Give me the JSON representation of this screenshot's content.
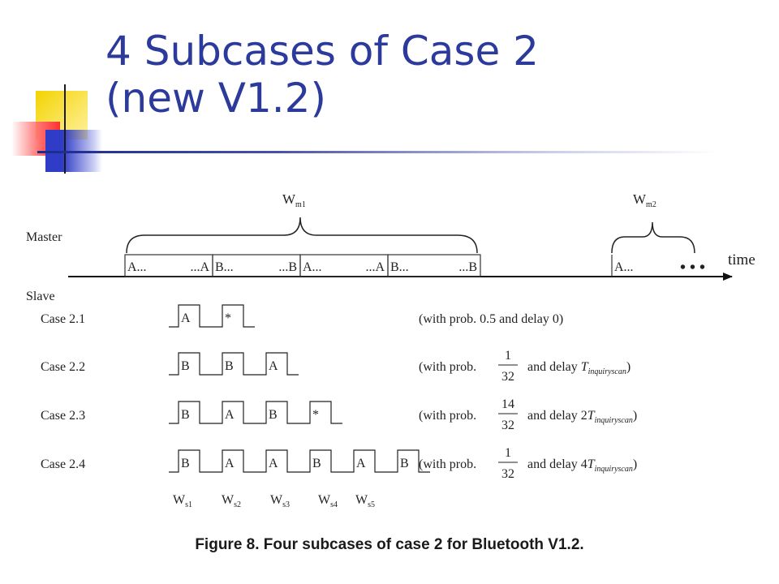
{
  "slide": {
    "title_line1": "4 Subcases of Case 2",
    "title_line2": "(new V1.2)",
    "caption": "Figure 8. Four subcases of case 2 for Bluetooth V1.2."
  },
  "diagram": {
    "master_label": "Master",
    "slave_label": "Slave",
    "time_label": "time",
    "ellipsis": "• • •",
    "wm1_main": "W",
    "wm1_sub": "m1",
    "wm2_main": "W",
    "wm2_sub": "m2",
    "master_slots": [
      {
        "start": "A...",
        "end": "...A"
      },
      {
        "start": "B...",
        "end": "...B"
      },
      {
        "start": "A...",
        "end": "...A"
      },
      {
        "start": "B...",
        "end": "...B"
      }
    ],
    "master_tail_slot": "A...",
    "cases": [
      {
        "label": "Case 2.1",
        "pulses": [
          "A",
          "*"
        ],
        "note_prefix": "(with prob. 0.5 and delay 0)",
        "frac_num": "",
        "frac_den": "",
        "note_mid": "",
        "coef": "",
        "t": "",
        "t_sub": "",
        "close": ""
      },
      {
        "label": "Case 2.2",
        "pulses": [
          "B",
          "B",
          "A"
        ],
        "note_prefix": "(with prob.",
        "frac_num": "1",
        "frac_den": "32",
        "note_mid": "and delay",
        "coef": "",
        "t": "T",
        "t_sub": "inquiryscan",
        "close": ")"
      },
      {
        "label": "Case 2.3",
        "pulses": [
          "B",
          "A",
          "B",
          "*"
        ],
        "note_prefix": "(with prob.",
        "frac_num": "14",
        "frac_den": "32",
        "note_mid": "and delay",
        "coef": "2",
        "t": "T",
        "t_sub": "inquiryscan",
        "close": ")"
      },
      {
        "label": "Case 2.4",
        "pulses": [
          "B",
          "A",
          "A",
          "B",
          "A",
          "B"
        ],
        "note_prefix": "(with prob.",
        "frac_num": "1",
        "frac_den": "32",
        "note_mid": "and delay",
        "coef": "4",
        "t": "T",
        "t_sub": "inquiryscan",
        "close": ")"
      }
    ],
    "ws_labels": [
      {
        "main": "W",
        "sub": "s1"
      },
      {
        "main": "W",
        "sub": "s2"
      },
      {
        "main": "W",
        "sub": "s3"
      },
      {
        "main": "W",
        "sub": "s4"
      },
      {
        "main": "W",
        "sub": "s5"
      }
    ]
  }
}
